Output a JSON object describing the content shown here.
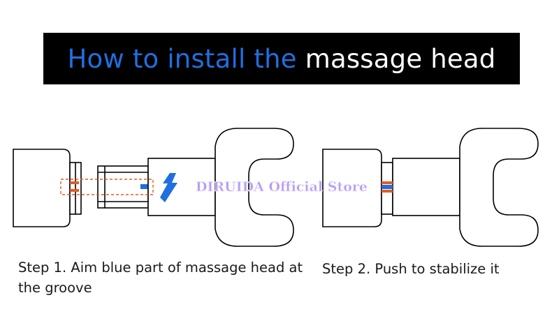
{
  "title": {
    "part_blue": "How to install the",
    "part_white": "massage head"
  },
  "watermark": "DIRUIDA Official Store",
  "steps": [
    {
      "caption": "Step 1. Aim blue part of massage head at the groove"
    },
    {
      "caption": "Step 2. Push to stabilize it"
    }
  ],
  "colors": {
    "title_background": "#000000",
    "title_blue": "#1f6fe0",
    "marker_orange": "#e85a1e",
    "marker_blue": "#1f6fe0"
  },
  "icons": [
    "step1-diagram",
    "step2-diagram",
    "push-arrow-icon"
  ]
}
